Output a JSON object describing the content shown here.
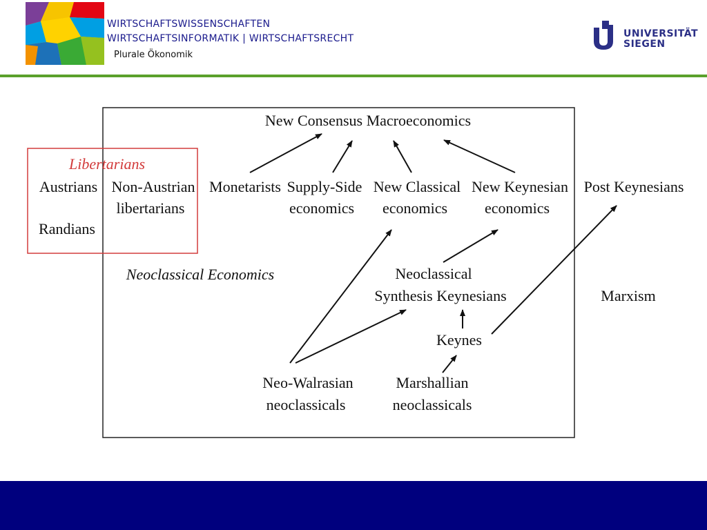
{
  "header": {
    "faculty_line1": "WIRTSCHAFTSWISSENSCHAFTEN",
    "faculty_line2": "WIRTSCHAFTSINFORMATIK | WIRTSCHAFTSRECHT",
    "course": "Plurale Ökonomik",
    "university_line1": "UNIVERSITÄT",
    "university_line2": "SIEGEN",
    "logo_icon": "faculty-mosaic-logo",
    "university_icon": "university-siegen-logo"
  },
  "colors": {
    "header_text": "#1a1a8c",
    "green_rule": "#5aa02c",
    "footer_band": "#00007e",
    "libertarian_red": "#d23b3b",
    "university_blue": "#2b2f86"
  },
  "diagram": {
    "title": "New Consensus Macroeconomics",
    "libertarians": "Libertarians",
    "austrians": "Austrians",
    "non_austrian_1": "Non-Austrian",
    "non_austrian_2": "libertarians",
    "randians": "Randians",
    "monetarists": "Monetarists",
    "supply_side_1": "Supply-Side",
    "supply_side_2": "economics",
    "new_classical_1": "New Classical",
    "new_classical_2": "economics",
    "new_keynesian_1": "New Keynesian",
    "new_keynesian_2": "economics",
    "post_keynesians": "Post Keynesians",
    "neoclassical_economics": "Neoclassical Economics",
    "synthesis_1": "Neoclassical",
    "synthesis_2": "Synthesis Keynesians",
    "marxism": "Marxism",
    "keynes": "Keynes",
    "neo_walrasian_1": "Neo-Walrasian",
    "neo_walrasian_2": "neoclassicals",
    "marshallian_1": "Marshallian",
    "marshallian_2": "neoclassicals"
  }
}
